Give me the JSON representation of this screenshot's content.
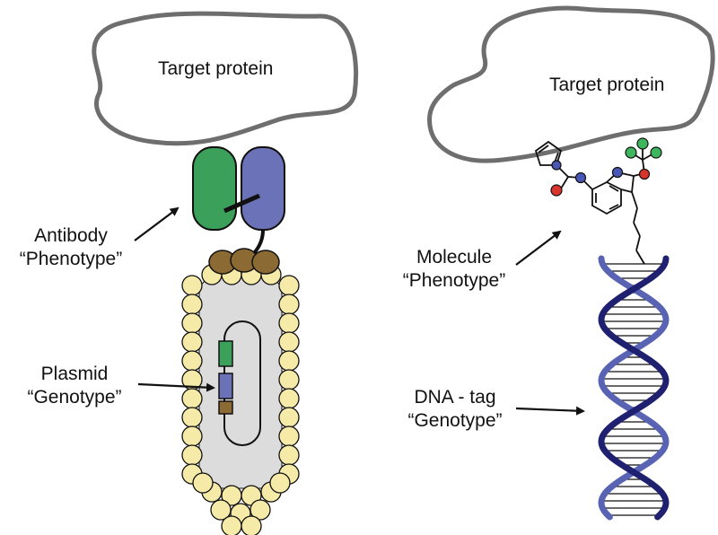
{
  "left_panel": {
    "target_label": "Target protein",
    "phenotype_line1": "Antibody",
    "phenotype_line2": "“Phenotype”",
    "genotype_line1": "Plasmid",
    "genotype_line2": "“Genotype”"
  },
  "right_panel": {
    "target_label": "Target protein",
    "phenotype_line1": "Molecule",
    "phenotype_line2": "“Phenotype”",
    "genotype_line1": "DNA - tag",
    "genotype_line2": "“Genotype”"
  },
  "colors": {
    "protein_outline": "#6e6e6e",
    "antibody_heavy": "#3aa05a",
    "antibody_light": "#6b72b8",
    "coat_protein": "#8c6a34",
    "cell_bead": "#f6eaa8",
    "cell_interior": "#dcdcdc",
    "dna_dark": "#1f2170",
    "dna_light": "#5863b4",
    "atom_red": "#d9342b",
    "atom_blue": "#4a58b5",
    "atom_green": "#3db65d"
  }
}
